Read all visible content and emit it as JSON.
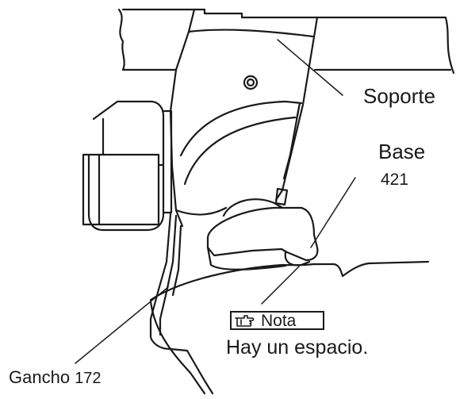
{
  "labels": {
    "support": "Soporte",
    "base": "Base",
    "base_number": "421",
    "hook": "Gancho",
    "hook_number": "172"
  },
  "note": {
    "icon": "pointing-hand-icon",
    "label": "Nota",
    "text": "Hay un espacio."
  },
  "colors": {
    "line": "#1a1a1a",
    "background": "#ffffff"
  }
}
